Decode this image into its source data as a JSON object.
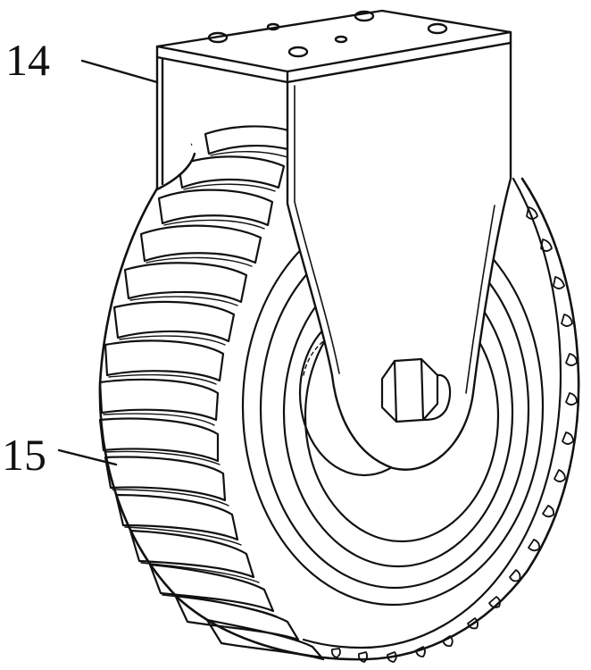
{
  "figure": {
    "labels": [
      {
        "id": "14",
        "text": "14"
      },
      {
        "id": "15",
        "text": "15"
      }
    ],
    "colors": {
      "ink": "#111111",
      "background": "#ffffff"
    }
  }
}
